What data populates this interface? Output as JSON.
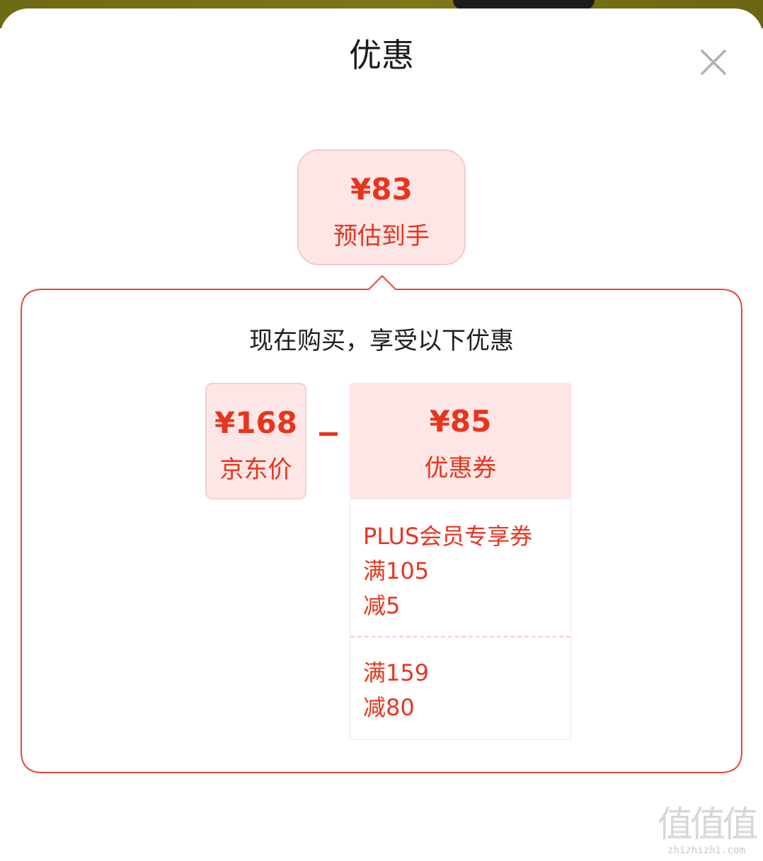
{
  "sheet": {
    "title": "优惠",
    "close_icon": "close-icon"
  },
  "estimate": {
    "price": "¥83",
    "label": "预估到手"
  },
  "breakdown": {
    "heading": "现在购买，享受以下优惠",
    "jd_price": {
      "price": "¥168",
      "label": "京东价"
    },
    "operator": "minus",
    "coupon": {
      "price": "¥85",
      "label": "优惠券",
      "items": [
        {
          "lines": [
            "PLUS会员专享券",
            "满105",
            "减5"
          ]
        },
        {
          "lines": [
            "满159",
            "减80"
          ]
        }
      ]
    }
  },
  "colors": {
    "accent_red": "#e8341f",
    "pill_bg": "#fde7e6",
    "pill_border": "#f8c9c5"
  },
  "watermark": {
    "glyphs": "值值值",
    "site": "zhizhizhi.com"
  }
}
